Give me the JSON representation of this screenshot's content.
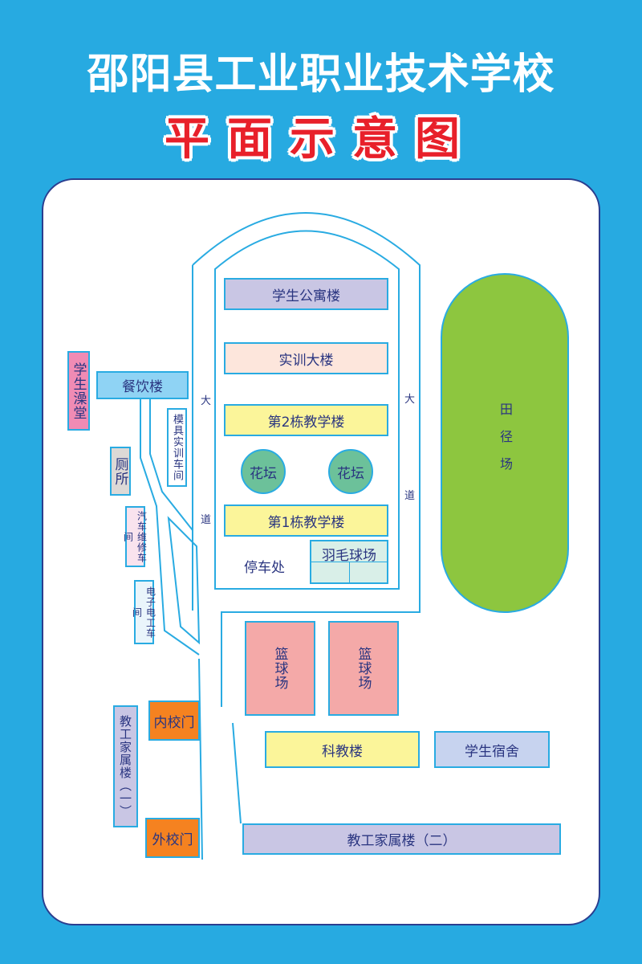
{
  "header": {
    "title": "邵阳县工业职业技术学校",
    "subtitle": "平面示意图"
  },
  "colors": {
    "background": "#27aae1",
    "road": "#29abe2",
    "track": "#8dc63f",
    "dorm": "#c9c6e4",
    "teaching": "#fbf59a",
    "gate": "#f58220",
    "basketball": "#f4a9a8"
  },
  "map": {
    "student_apartment": "学生公寓楼",
    "training_building": "实训大楼",
    "teaching_2": "第2栋教学楼",
    "flower_bed_1": "花坛",
    "flower_bed_2": "花坛",
    "teaching_1": "第1栋教学楼",
    "parking": "停车处",
    "badminton": "羽毛球场",
    "track_field": "田径场",
    "basketball_1": "篮球场",
    "basketball_2": "篮球场",
    "science_building": "科教楼",
    "student_dorm": "学生宿舍",
    "staff_housing_2": "教工家属楼（二）",
    "staff_housing_1": "教工家属楼（一）",
    "inner_gate": "内校门",
    "outer_gate": "外校门",
    "bathhouse": "学生澡堂",
    "canteen": "餐饮楼",
    "mold_workshop": "模具实训车间",
    "toilet": "厕所",
    "auto_repair_workshop": "汽车维修车间",
    "electrical_workshop": "电子电工车间",
    "avenue_left_1": "大",
    "avenue_left_2": "道",
    "avenue_right_1": "大",
    "avenue_right_2": "道"
  }
}
